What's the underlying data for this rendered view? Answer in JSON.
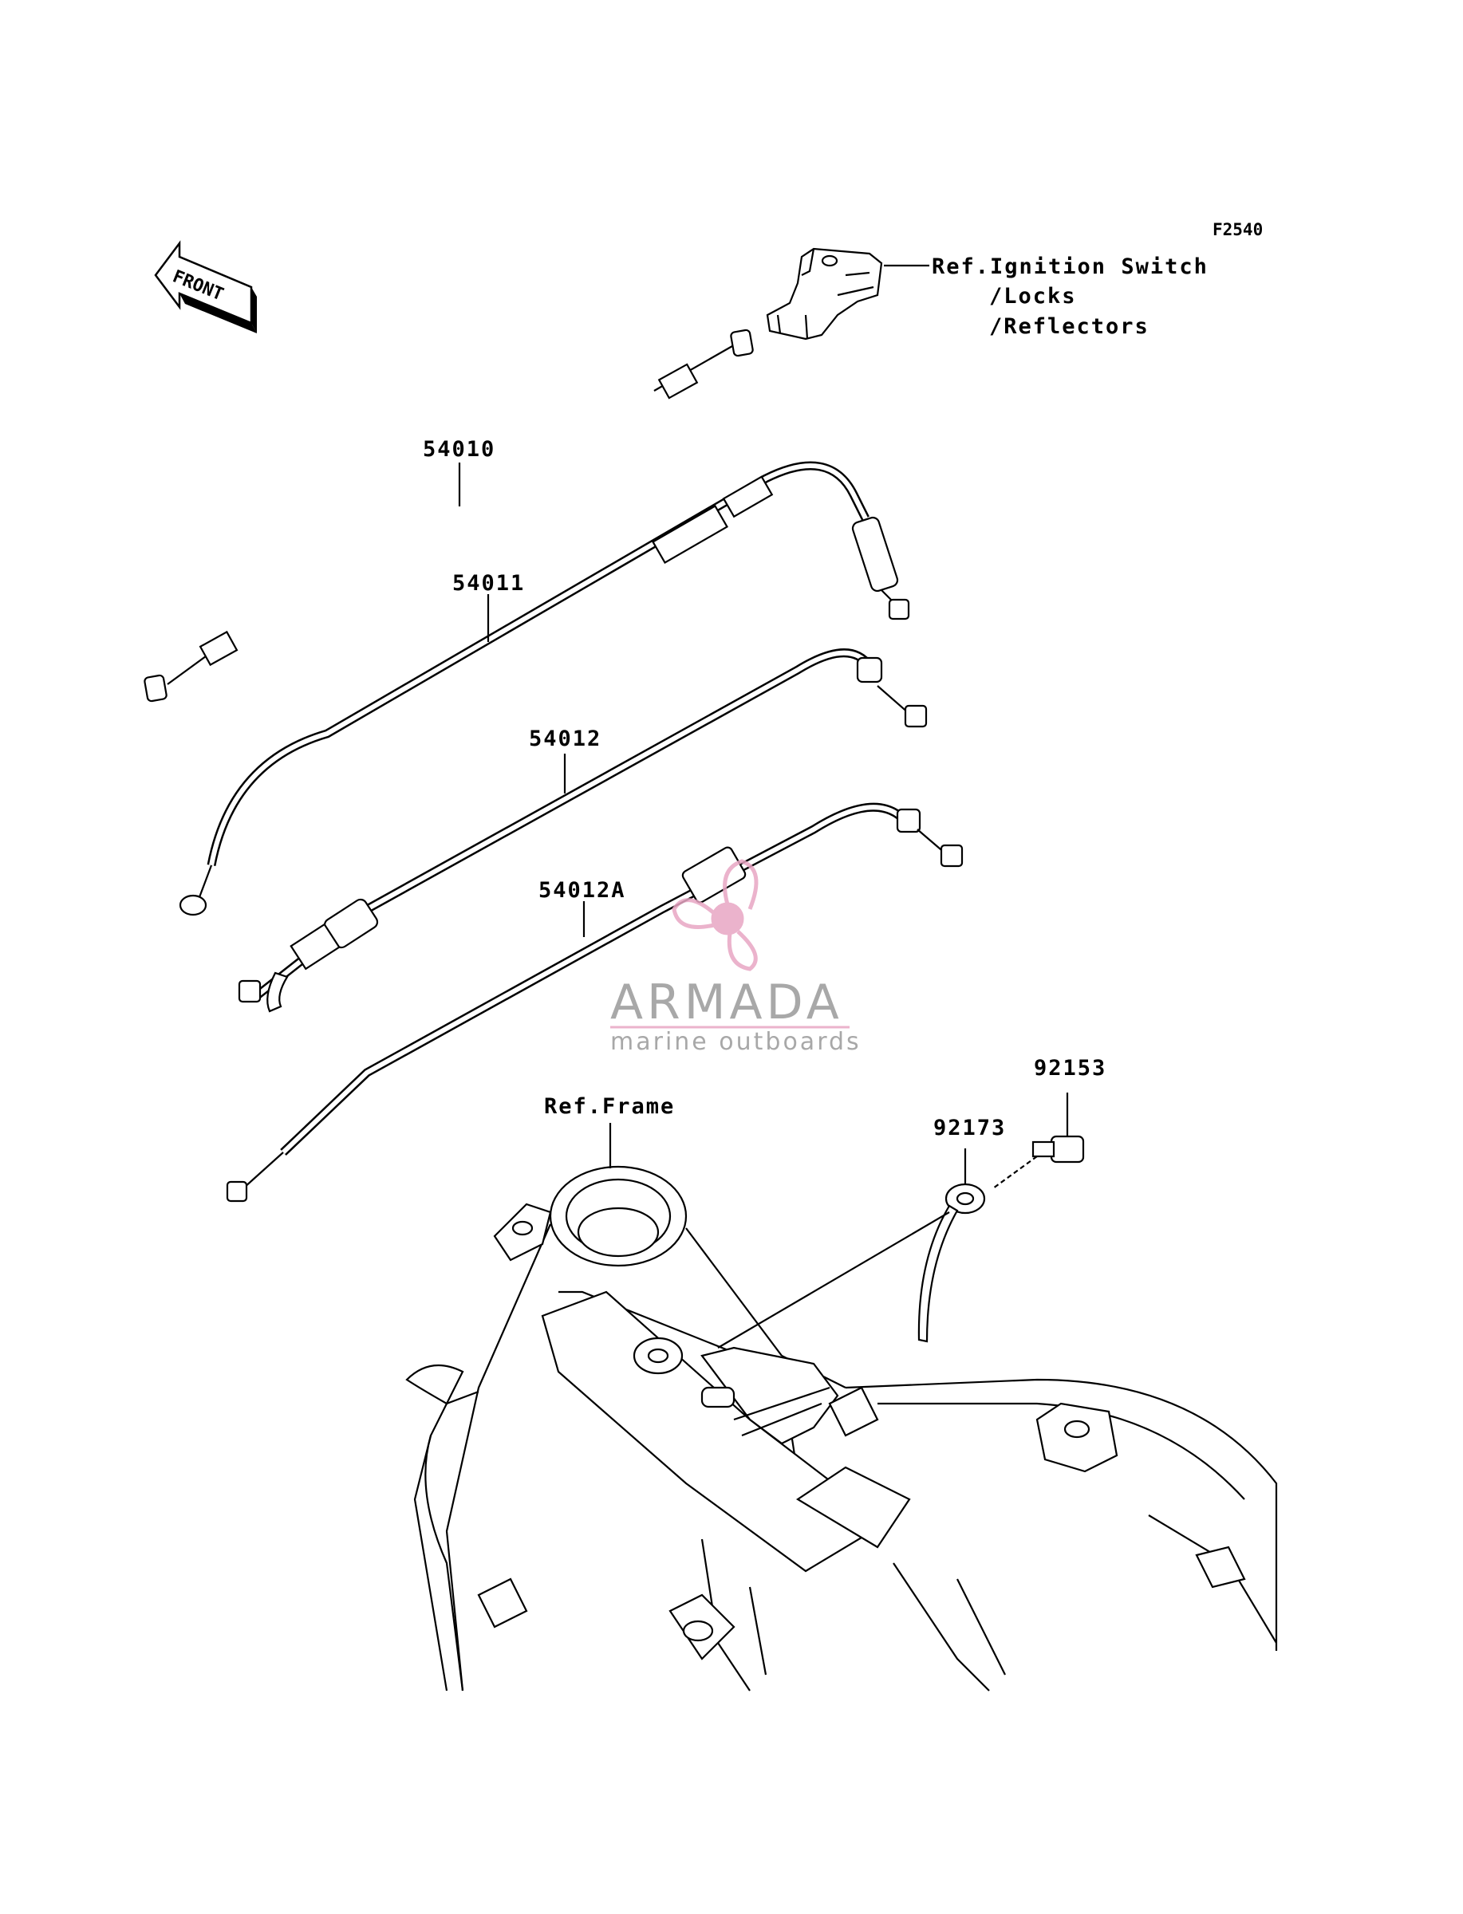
{
  "figure_id": "F2540",
  "front_label": "FRONT",
  "ref_ignition": {
    "line1": "Ref.Ignition Switch",
    "line2": "/Locks",
    "line3": "/Reflectors"
  },
  "ref_frame": "Ref.Frame",
  "parts": {
    "p54010": "54010",
    "p54011": "54011",
    "p54012": "54012",
    "p54012a": "54012A",
    "p92153": "92153",
    "p92173": "92173"
  },
  "watermark": {
    "brand": "ARMADA",
    "tagline": "marine outboards",
    "color_text": "#9a9a9a",
    "color_logo": "#e8a6c4"
  }
}
